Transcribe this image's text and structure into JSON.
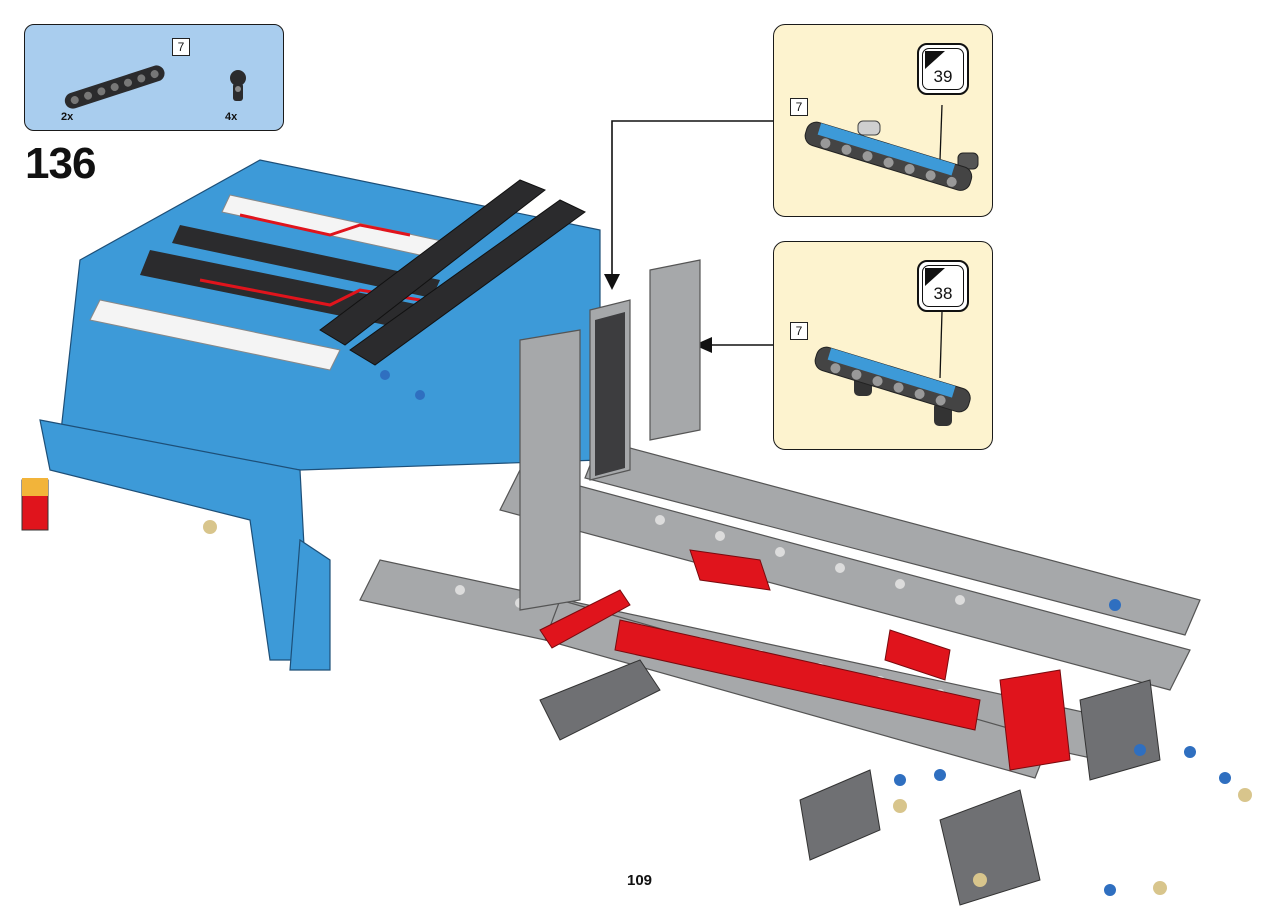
{
  "parts_list": {
    "items": [
      {
        "length_label": "7",
        "quantity": "2x",
        "icon": "beam-7-icon"
      },
      {
        "quantity": "4x",
        "icon": "pin-connector-icon"
      }
    ]
  },
  "step": {
    "number": "136"
  },
  "callouts": [
    {
      "length_label": "7",
      "sticker_number": "39"
    },
    {
      "length_label": "7",
      "sticker_number": "38"
    }
  ],
  "colors": {
    "parts_bg": "#a9cdee",
    "callout_bg": "#fdf3cf",
    "azure": "#3d9ad8",
    "red": "#e0141c",
    "light_gray": "#a6a8aa",
    "dark_gray": "#3a3a3c"
  },
  "page": {
    "number": "109"
  }
}
